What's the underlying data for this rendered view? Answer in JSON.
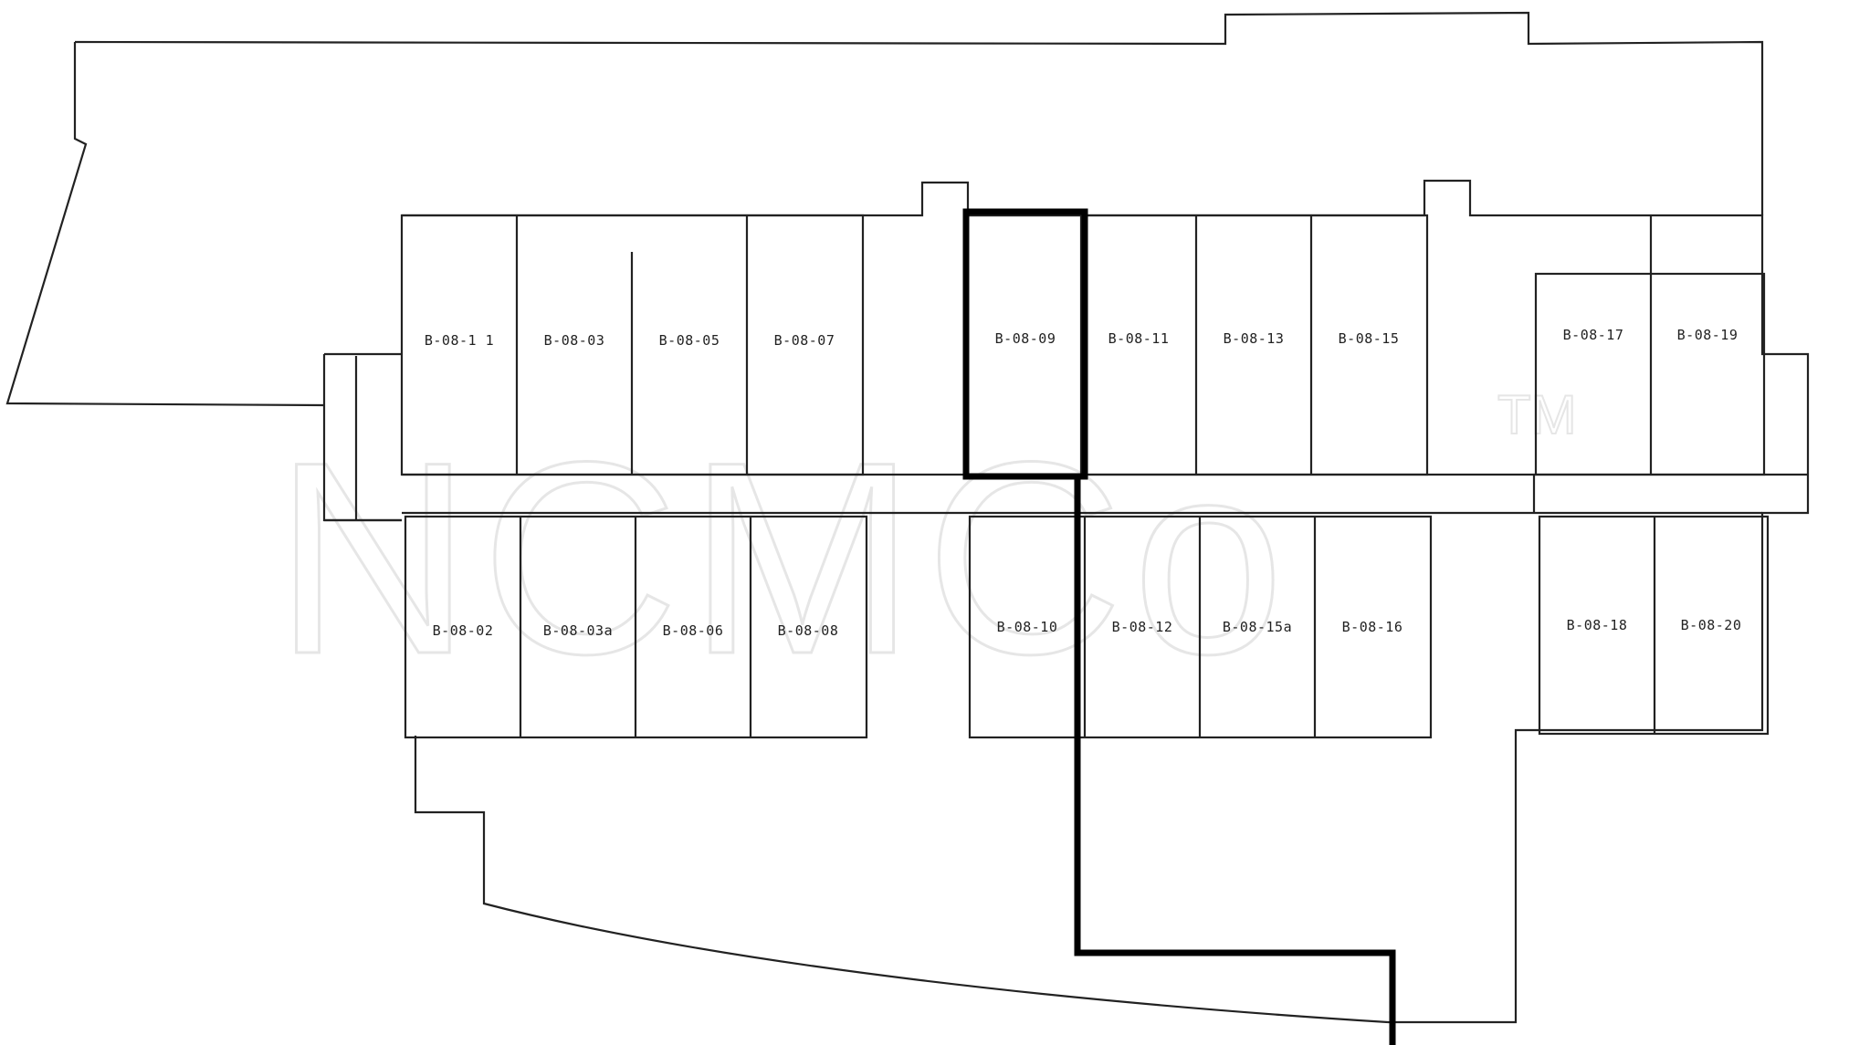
{
  "floor_plan": {
    "highlighted_unit": "B-08-09",
    "watermark": "NCMCo",
    "watermark_mark": "TM",
    "units": {
      "top_left": [
        "B-08-1 1",
        "B-08-03",
        "B-08-05",
        "B-08-07"
      ],
      "top_mid": [
        "B-08-09",
        "B-08-11",
        "B-08-13",
        "B-08-15"
      ],
      "top_right": [
        "B-08-17",
        "B-08-19"
      ],
      "bottom_left": [
        "B-08-02",
        "B-08-03a",
        "B-08-06",
        "B-08-08"
      ],
      "bottom_mid": [
        "B-08-10",
        "B-08-12",
        "B-08-15a",
        "B-08-16"
      ],
      "bottom_right": [
        "B-08-18",
        "B-08-20"
      ]
    }
  }
}
